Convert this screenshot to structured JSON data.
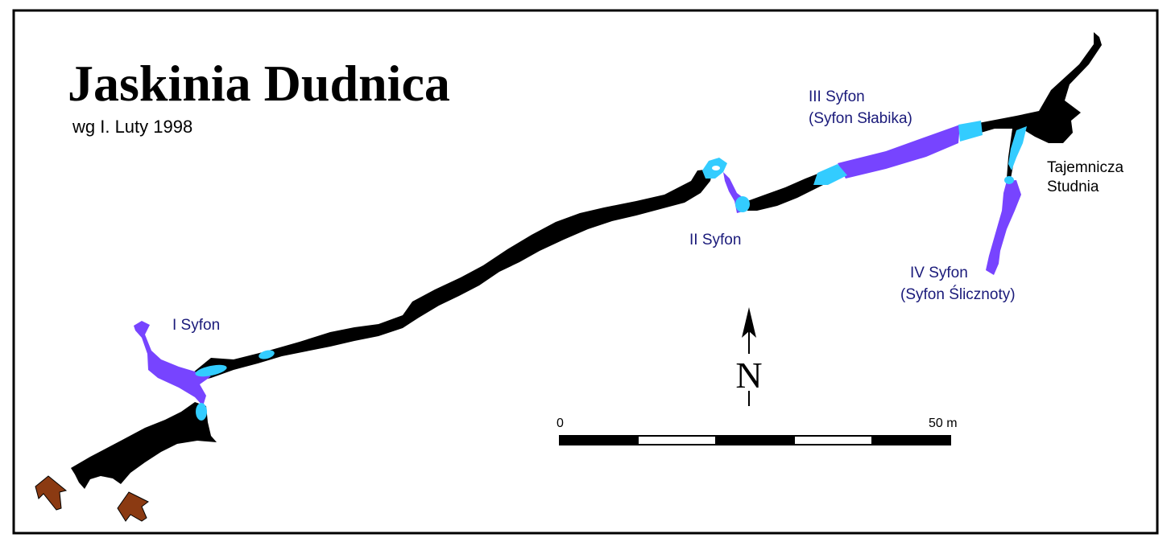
{
  "map": {
    "title": "Jaskinia Dudnica",
    "subtitle": "wg  I. Luty 1998",
    "labels": {
      "sump_1": "I Syfon",
      "sump_2": "II Syfon",
      "sump_3_line1": "III Syfon",
      "sump_3_line2": "(Syfon Słabika)",
      "sump_4_line1": "IV Syfon",
      "sump_4_line2": "(Syfon Ślicznoty)",
      "shaft_line1": "Tajemnicza",
      "shaft_line2": "Studnia"
    },
    "north_arrow": {
      "letter": "N"
    },
    "scale_bar": {
      "start_label": "0",
      "end_label": "50 m",
      "segments": 5
    },
    "colors": {
      "passage": "#000000",
      "sump": "#7744ff",
      "water": "#33ccff",
      "entrance": "#8b3a12",
      "frame": "#000000",
      "label_blue": "#1a1a7a"
    },
    "icons": [
      "entrance-arrow-icon",
      "north-arrow-icon"
    ]
  }
}
